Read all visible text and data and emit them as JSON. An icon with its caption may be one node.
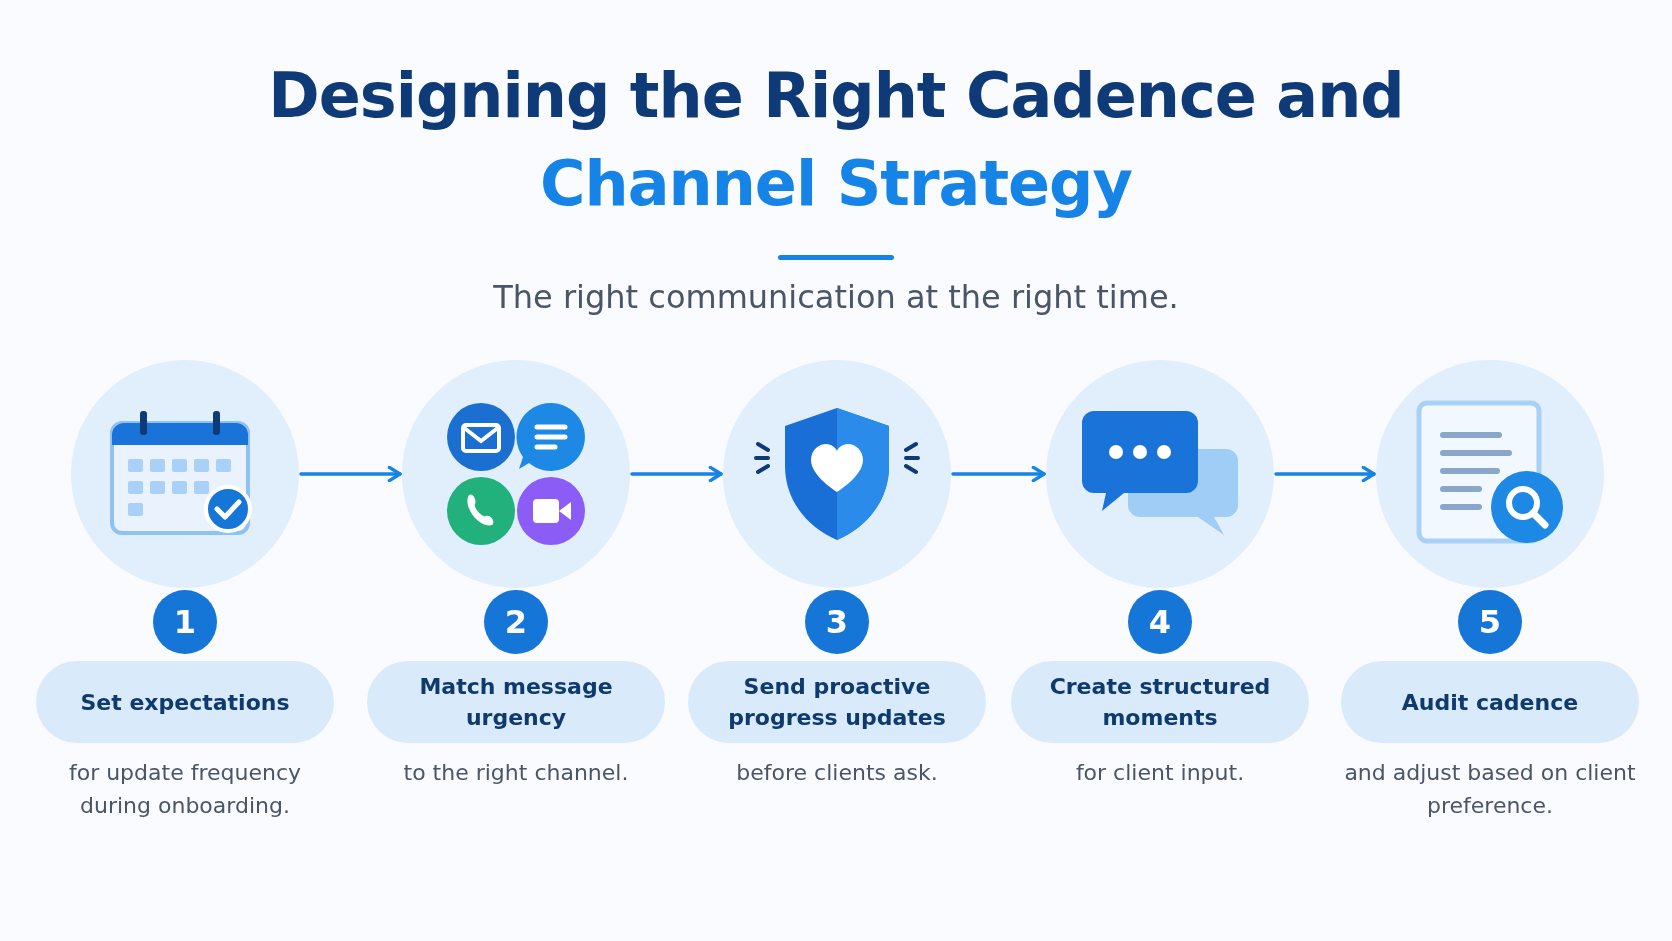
{
  "diagram": {
    "title": "Designing the Right Cadence and Channel Strategy",
    "nodes": [
      {
        "text": [],
        "shape": "circle"
      },
      {
        "text": [],
        "shape": "circle"
      },
      {
        "text": [],
        "shape": "circle"
      },
      {
        "text": [],
        "shape": "circle"
      },
      {
        "text": [],
        "shape": "circle"
      },
      {
        "text": [
          "Set expectations"
        ],
        "beside": [
          "1",
          "for update frequency during onboarding."
        ]
      },
      {
        "text": [
          "Match message urgency"
        ],
        "beside": [
          "2",
          "to the right channel."
        ]
      },
      {
        "text": [
          "Send proactive progress updates"
        ],
        "beside": [
          "3",
          "before clients ask."
        ]
      },
      {
        "text": [
          "Create structured moments"
        ],
        "beside": [
          "4",
          "for client input."
        ]
      },
      {
        "text": [
          "Audit cadence"
        ],
        "beside": [
          "5",
          "and adjust based on client preference."
        ]
      }
    ],
    "edges": [
      {
        "from": 0,
        "to": 1,
        "arrow": "to"
      },
      {
        "from": 1,
        "to": 2,
        "arrow": "to"
      },
      {
        "from": 2,
        "to": 3,
        "arrow": "to"
      },
      {
        "from": 3,
        "to": 4,
        "arrow": "to"
      }
    ],
    "labels": [
      "The right communication at the right time."
    ]
  }
}
